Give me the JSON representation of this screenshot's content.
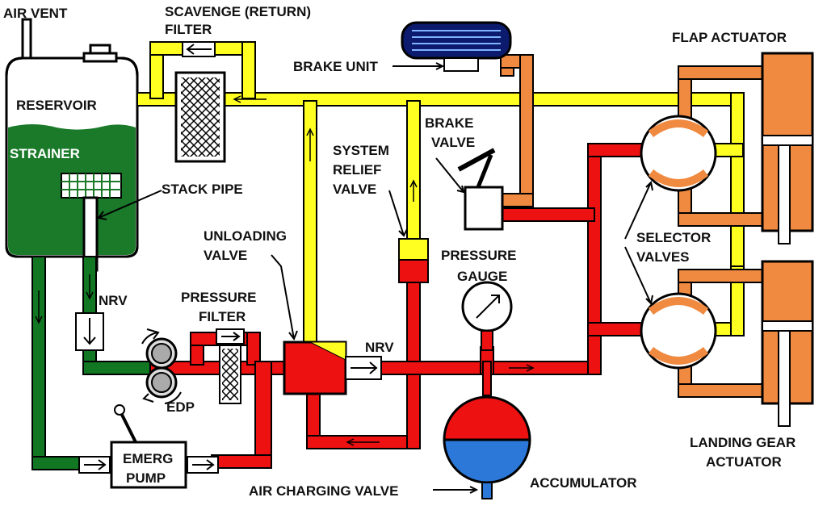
{
  "labels": {
    "air_vent": "AIR VENT",
    "scavenge_line1": "SCAVENGE (RETURN)",
    "scavenge_line2": "FILTER",
    "brake_unit": "BRAKE UNIT",
    "flap_actuator": "FLAP ACTUATOR",
    "reservoir": "RESERVOIR",
    "strainer": "STRAINER",
    "stack_pipe": "STACK PIPE",
    "brake_valve_line1": "BRAKE",
    "brake_valve_line2": "VALVE",
    "relief_line1": "SYSTEM",
    "relief_line2": "RELIEF",
    "relief_line3": "VALVE",
    "unloading_line1": "UNLOADING",
    "unloading_line2": "VALVE",
    "pressure_gauge_line1": "PRESSURE",
    "pressure_gauge_line2": "GAUGE",
    "selector_line1": "SELECTOR",
    "selector_line2": "VALVES",
    "nrv_left": "NRV",
    "pressure_filter_line1": "PRESSURE",
    "pressure_filter_line2": "FILTER",
    "nrv_right": "NRV",
    "edp": "EDP",
    "emerg_line1": "EMERG",
    "emerg_line2": "PUMP",
    "landing_line1": "LANDING GEAR",
    "landing_line2": "ACTUATOR",
    "air_charging_valve": "AIR CHARGING VALVE",
    "accumulator": "ACCUMULATOR"
  },
  "colors": {
    "pressure_line": "#ee1111",
    "return_line": "#ffff22",
    "suction_line": "#117722",
    "actuator_line": "#f08a40",
    "fluid": "#1a7a2a",
    "accumulator_air": "#2b78d8"
  }
}
